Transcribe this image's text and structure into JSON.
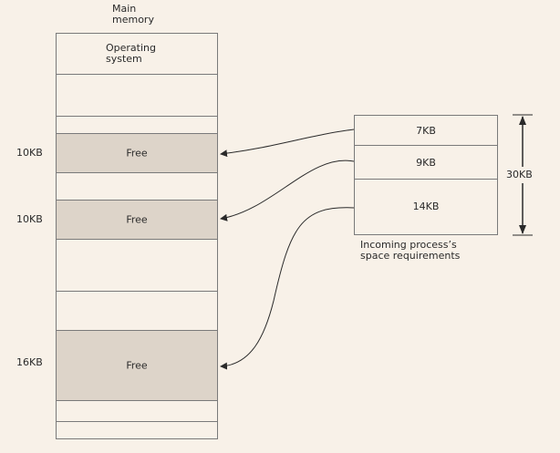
{
  "title": "Main\nmemory",
  "os_label": "Operating\nsystem",
  "free_blocks": [
    {
      "size_label": "10KB",
      "label": "Free"
    },
    {
      "size_label": "10KB",
      "label": "Free"
    },
    {
      "size_label": "16KB",
      "label": "Free"
    }
  ],
  "requests": [
    {
      "label": "7KB"
    },
    {
      "label": "9KB"
    },
    {
      "label": "14KB"
    }
  ],
  "total_label": "30KB",
  "caption": "Incoming process’s\nspace requirements",
  "colors": {
    "background": "#f8f1e8",
    "free_fill": "#ddd4c9",
    "line": "#7a7a7a",
    "text": "#2a2a2a"
  }
}
